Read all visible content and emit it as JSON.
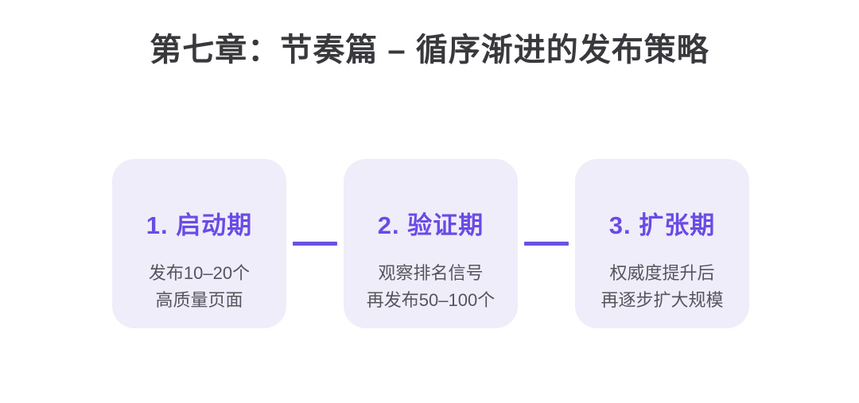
{
  "title": "第七章：节奏篇 – 循序渐进的发布策略",
  "colors": {
    "accent": "#6B4BE5",
    "connector": "#6C52E0",
    "card_bg": "#EFEDFA",
    "title_text": "#39393D",
    "body_text": "#55555E",
    "page_bg": "#FFFFFF"
  },
  "steps": [
    {
      "label": "1. 启动期",
      "lines": [
        "发布10–20个",
        "高质量页面"
      ]
    },
    {
      "label": "2. 验证期",
      "lines": [
        "观察排名信号",
        "再发布50–100个"
      ]
    },
    {
      "label": "3. 扩张期",
      "lines": [
        "权威度提升后",
        "再逐步扩大规模"
      ]
    }
  ]
}
